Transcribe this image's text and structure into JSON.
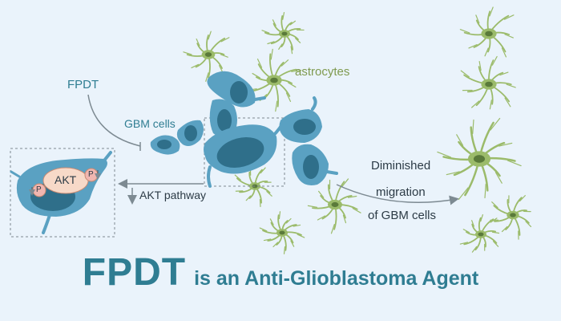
{
  "labels": {
    "fpdt": "FPDT",
    "gbm_cells": "GBM cells",
    "astrocytes": "astrocytes",
    "akt": "AKT",
    "phospho_left": "P",
    "phospho_right": "P",
    "akt_pathway": "AKT pathway",
    "diminished_line1": "Diminished",
    "diminished_line2": "migration",
    "diminished_line3": "of GBM cells"
  },
  "title": {
    "main": "FPDT",
    "sub": "is an Anti-Glioblastoma Agent"
  },
  "colors": {
    "background": "#eaf3fb",
    "gbm_cell": "#5aa1c2",
    "gbm_nucleus": "#2f6f8a",
    "astrocyte": "#9bbb6a",
    "astrocyte_nucleus": "#5a7a3a",
    "title": "#2f7d92",
    "akt_fill": "#f7d9c8",
    "phospho_fill": "#f0b6b0"
  }
}
